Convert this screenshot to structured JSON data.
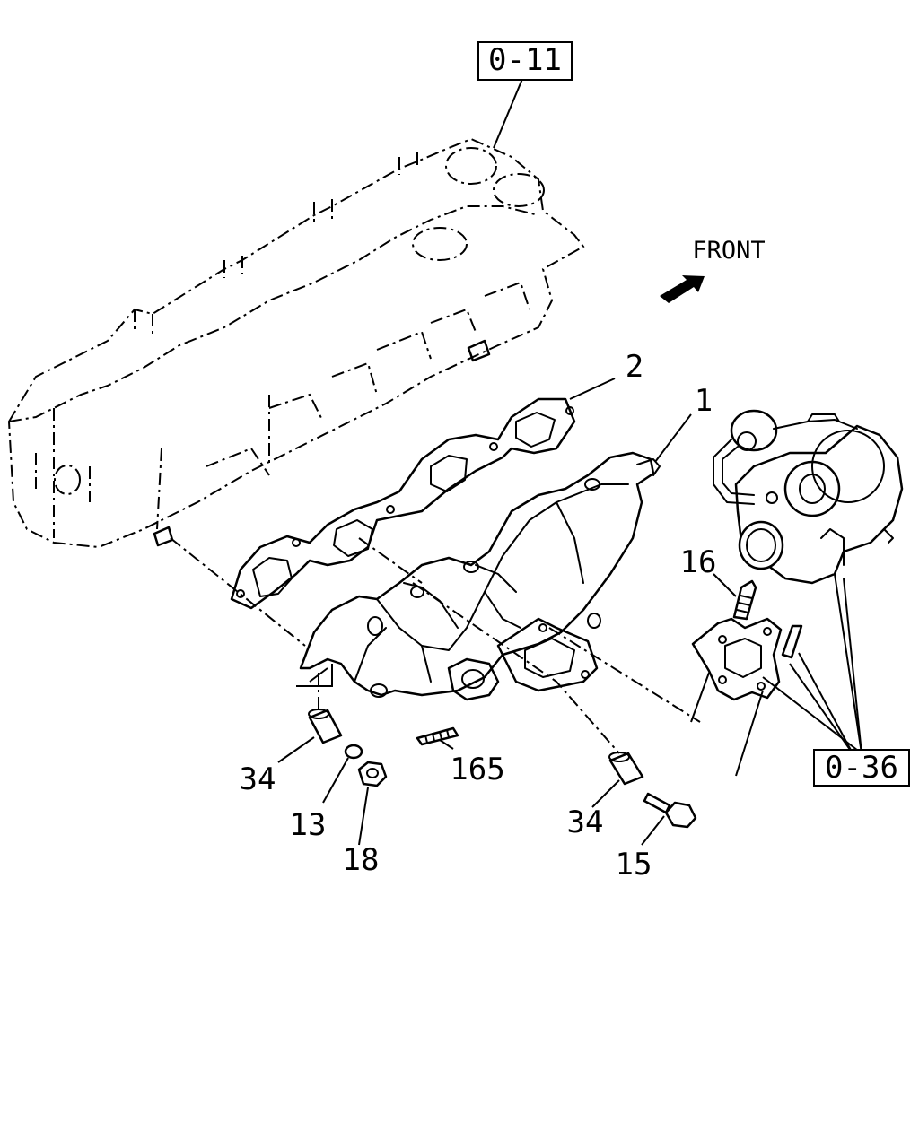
{
  "refs": {
    "cylinder_head": "0-11",
    "turbocharger": "0-36"
  },
  "direction_label": "FRONT",
  "callouts": {
    "manifold": "1",
    "gasket": "2",
    "stud_turbo": "16",
    "stud_manifold": "165",
    "sleeve_left": "34",
    "sleeve_right": "34",
    "washer": "13",
    "nut": "18",
    "bolt": "15"
  }
}
